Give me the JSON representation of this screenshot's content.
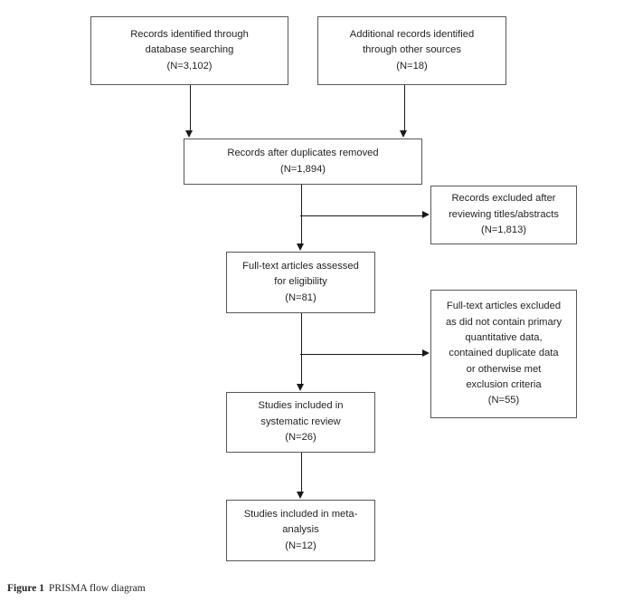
{
  "figure": {
    "caption_label": "Figure 1",
    "caption_text": "PRISMA flow diagram",
    "title": "PRISMA flow diagram"
  },
  "colors": {
    "box_border": "#58585a",
    "connector": "#1a1a1a",
    "text": "#231f20",
    "background": "#ffffff"
  },
  "chart_data": {
    "type": "diagram",
    "title": "PRISMA flow diagram",
    "nodes": [
      {
        "id": "identification-database",
        "lines": [
          "Records identified through",
          "database searching",
          "(N=3,102)"
        ],
        "count": 3102
      },
      {
        "id": "identification-other",
        "lines": [
          "Additional records identified",
          "through other sources",
          "(N=18)"
        ],
        "count": 18
      },
      {
        "id": "duplicates-removed",
        "lines": [
          "Records after duplicates removed",
          "(N=1,894)"
        ],
        "count": 1894
      },
      {
        "id": "records-excluded",
        "lines": [
          "Records excluded after",
          "reviewing titles/abstracts",
          "(N=1,813)"
        ],
        "count": 1813
      },
      {
        "id": "fulltext-assessed",
        "lines": [
          "Full-text articles assessed",
          "for eligibility",
          "(N=81)"
        ],
        "count": 81
      },
      {
        "id": "fulltext-excluded",
        "lines": [
          "Full-text articles excluded",
          "as did not contain primary",
          "quantitative data,",
          "contained duplicate data",
          "or otherwise met",
          "exclusion criteria",
          "(N=55)"
        ],
        "count": 55
      },
      {
        "id": "included-systematic-review",
        "lines": [
          "Studies included in",
          "systematic review",
          "(N=26)"
        ],
        "count": 26
      },
      {
        "id": "included-meta-analysis",
        "lines": [
          "Studies included in meta-",
          "analysis",
          "(N=12)"
        ],
        "count": 12
      }
    ],
    "edges": [
      {
        "from": "identification-database",
        "to": "duplicates-removed"
      },
      {
        "from": "identification-other",
        "to": "duplicates-removed"
      },
      {
        "from": "duplicates-removed",
        "to": "records-excluded"
      },
      {
        "from": "duplicates-removed",
        "to": "fulltext-assessed"
      },
      {
        "from": "fulltext-assessed",
        "to": "fulltext-excluded"
      },
      {
        "from": "fulltext-assessed",
        "to": "included-systematic-review"
      },
      {
        "from": "included-systematic-review",
        "to": "included-meta-analysis"
      }
    ]
  },
  "boxes": {
    "identification_database": {
      "line1": "Records identified through",
      "line2": "database searching",
      "line3": "(N=3,102)"
    },
    "identification_other": {
      "line1": "Additional records identified",
      "line2": "through other sources",
      "line3": "(N=18)"
    },
    "duplicates_removed": {
      "line1": "Records after duplicates removed",
      "line2": "(N=1,894)"
    },
    "records_excluded": {
      "line1": "Records excluded after",
      "line2": "reviewing titles/abstracts",
      "line3": "(N=1,813)"
    },
    "fulltext_assessed": {
      "line1": "Full-text articles assessed",
      "line2": "for eligibility",
      "line3": "(N=81)"
    },
    "fulltext_excluded": {
      "line1": "Full-text articles excluded",
      "line2": "as did not contain primary",
      "line3": "quantitative data,",
      "line4": "contained duplicate data",
      "line5": "or otherwise met",
      "line6": "exclusion criteria",
      "line7": "(N=55)"
    },
    "included_systematic_review": {
      "line1": "Studies included in",
      "line2": "systematic review",
      "line3": "(N=26)"
    },
    "included_meta_analysis": {
      "line1": "Studies included in meta-",
      "line2": "analysis",
      "line3": "(N=12)"
    }
  }
}
